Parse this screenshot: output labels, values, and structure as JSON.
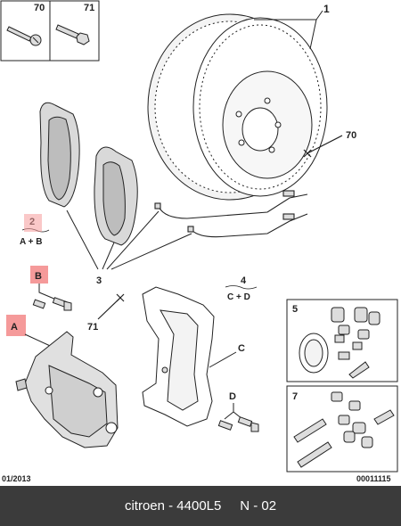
{
  "callouts": {
    "p1": "1",
    "p70_top": "70",
    "p71_top": "71",
    "p70": "70",
    "p2": "2",
    "p2_sub": "A + B",
    "p3": "3",
    "pB": "B",
    "pA": "A",
    "p71": "71",
    "p4": "4",
    "p4_sub": "C + D",
    "pC": "C",
    "pD": "D",
    "p5": "5",
    "p7": "7"
  },
  "date": "01/2013",
  "diagram_code": "00011115",
  "footer_text": "citroen - 4400L5     N - 02",
  "colors": {
    "highlight": "#f59a9a",
    "line": "#222222",
    "part_fill": "#d9d9d9",
    "footer_bg": "#3b3b3b"
  }
}
